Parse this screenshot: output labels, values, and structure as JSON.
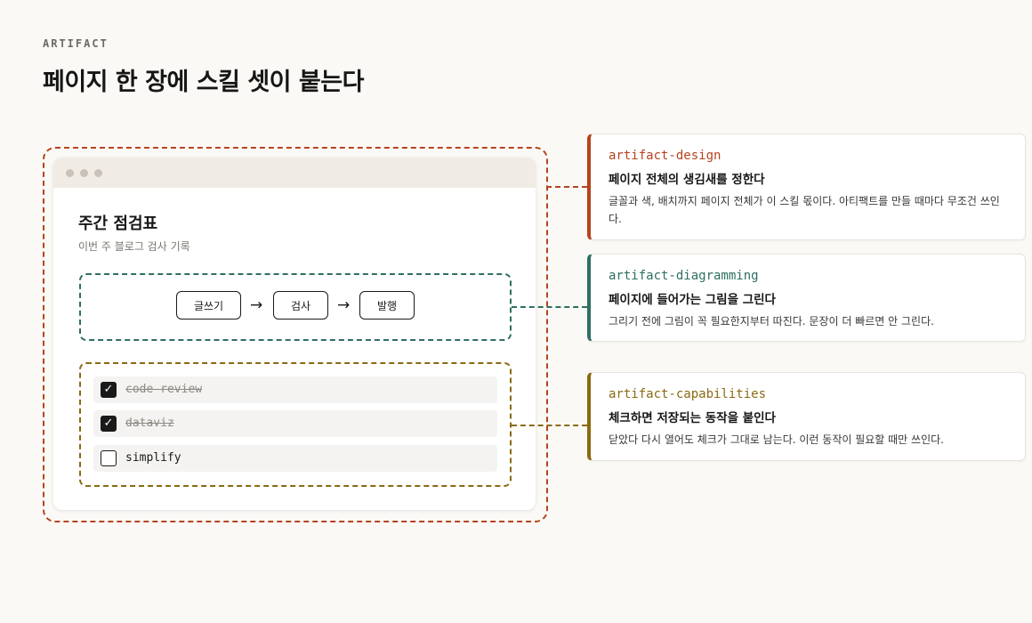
{
  "header": {
    "eyebrow": "ARTIFACT",
    "title": "페이지 한 장에 스킬 셋이 붙는다"
  },
  "mock_page": {
    "title": "주간 점검표",
    "subtitle": "이번 주 블로그 검사 기록",
    "flow": {
      "steps": [
        "글쓰기",
        "검사",
        "발행"
      ],
      "arrow": "→"
    },
    "checklist": [
      {
        "label": "code-review",
        "checked": true
      },
      {
        "label": "dataviz",
        "checked": true
      },
      {
        "label": "simplify",
        "checked": false
      }
    ],
    "check_mark": "✓"
  },
  "annotations": [
    {
      "name": "artifact-design",
      "heading": "페이지 전체의 생김새를 정한다",
      "description": "글꼴과 색, 배치까지 페이지 전체가 이 스킬 몫이다. 아티팩트를 만들 때마다 무조건 쓰인다.",
      "color": "#b5441f"
    },
    {
      "name": "artifact-diagramming",
      "heading": "페이지에 들어가는 그림을 그린다",
      "description": "그리기 전에 그림이 꼭 필요한지부터 따진다. 문장이 더 빠르면 안 그린다.",
      "color": "#2f6f63"
    },
    {
      "name": "artifact-capabilities",
      "heading": "체크하면 저장되는 동작을 붙인다",
      "description": "닫았다 다시 열어도 체크가 그대로 남는다. 이런 동작이 필요할 때만 쓰인다.",
      "color": "#8a6a12"
    }
  ]
}
